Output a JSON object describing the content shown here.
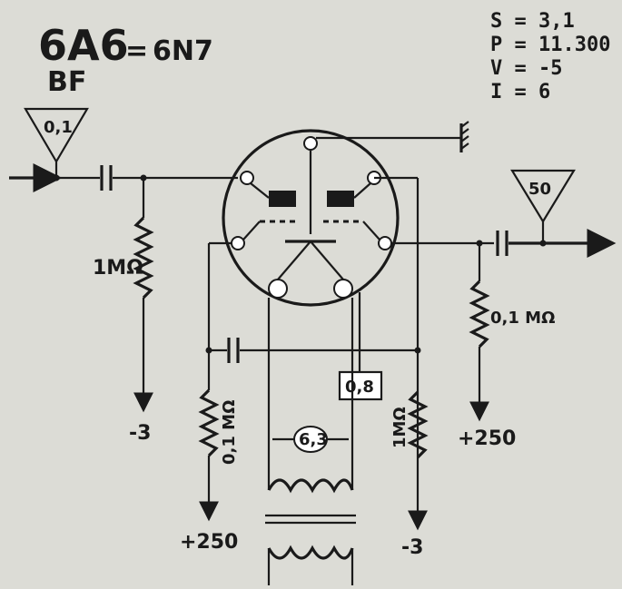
{
  "tube": {
    "type": "6A6",
    "equiv": "6N7",
    "mode": "BF"
  },
  "params": {
    "s": "S = 3,1",
    "p": "P = 11.300",
    "v": "V = -5",
    "i": "I = 6"
  },
  "input_gain": "0,1",
  "output_gain": "50",
  "grid_resistor": "1MΩ",
  "grid_bias": "-3",
  "plate_resistor": "0,1 MΩ",
  "plate_supply": "+250",
  "feedback_resistor": "0,1 MΩ",
  "feedback_supply": "+250",
  "cathode_value": "0,8",
  "cathode_resistor": "1MΩ",
  "cathode_bias": "-3",
  "heater_voltage": "6,3",
  "colors": {
    "ink": "#1a1a1a",
    "paper": "#dcdcd6"
  }
}
